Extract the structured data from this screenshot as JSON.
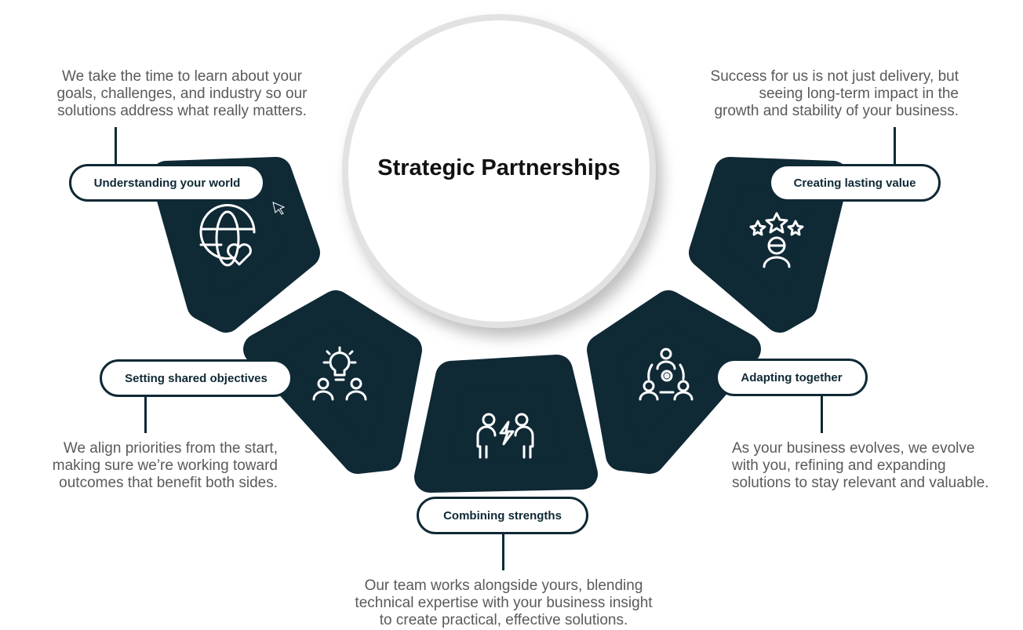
{
  "title": "Strategic Partnerships",
  "colors": {
    "dark": "#0f2935",
    "text": "#5a5a5a",
    "ring": "#e2e2e2"
  },
  "steps": [
    {
      "label": "Understanding your world",
      "icon": "globe-heart-icon",
      "lines": [
        "We take the time to learn about your",
        "goals, challenges, and industry so our",
        "solutions address what really matters."
      ]
    },
    {
      "label": "Setting shared objectives",
      "icon": "lightbulb-people-icon",
      "lines": [
        "We align priorities from the start,",
        "making sure we’re working toward",
        "outcomes that benefit both sides."
      ]
    },
    {
      "label": "Combining strengths",
      "icon": "people-lightning-icon",
      "lines": [
        "Our team works alongside yours, blending",
        "technical expertise with your business insight",
        "to create practical, effective solutions."
      ]
    },
    {
      "label": "Adapting together",
      "icon": "team-gear-icon",
      "lines": [
        "As your business evolves, we evolve",
        "with you, refining and expanding",
        "solutions to stay relevant and valuable."
      ]
    },
    {
      "label": "Creating lasting value",
      "icon": "person-stars-icon",
      "lines": [
        "Success for us is not just delivery, but",
        "seeing long-term impact in the",
        "growth and stability of your business."
      ]
    }
  ]
}
